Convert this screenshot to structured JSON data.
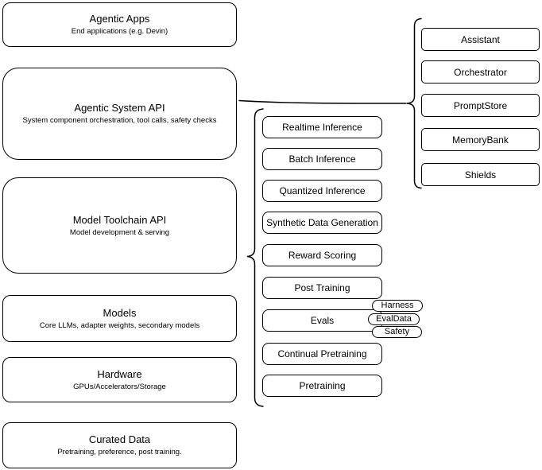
{
  "colors": {
    "stroke": "#000000",
    "fill": "#ffffff",
    "text": "#000000"
  },
  "stack": {
    "boxes": [
      {
        "title": "Agentic Apps",
        "subtitle": "End applications (e.g. Devin)"
      },
      {
        "title": "Agentic System API",
        "subtitle": "System component orchestration, tool calls, safety checks"
      },
      {
        "title": "Model Toolchain API",
        "subtitle": "Model development & serving"
      },
      {
        "title": "Models",
        "subtitle": "Core LLMs, adapter weights, secondary models"
      },
      {
        "title": "Hardware",
        "subtitle": "GPUs/Accelerators/Storage"
      },
      {
        "title": "Curated Data",
        "subtitle": "Pretraining, preference, post training."
      }
    ]
  },
  "toolchain_group": {
    "items": [
      "Realtime Inference",
      "Batch Inference",
      "Quantized Inference",
      "Synthetic Data Generation",
      "Reward Scoring",
      "Post Training",
      "Evals",
      "Continual Pretraining",
      "Pretraining"
    ],
    "eval_tags": [
      "Harness",
      "EvalData",
      "Safety"
    ]
  },
  "system_group": {
    "items": [
      "Assistant",
      "Orchestrator",
      "PromptStore",
      "MemoryBank",
      "Shields"
    ]
  }
}
